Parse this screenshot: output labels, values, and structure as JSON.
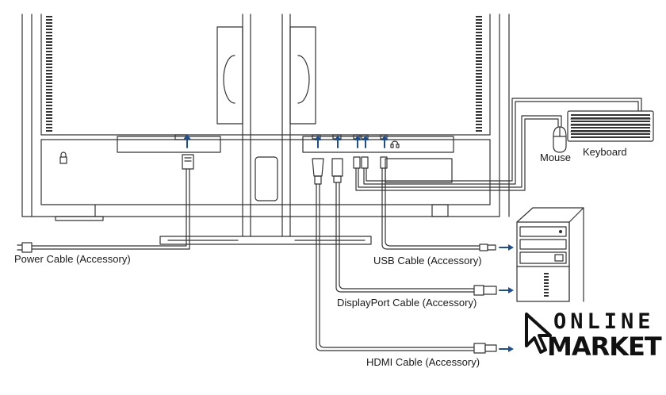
{
  "labels": {
    "mouse": "Mouse",
    "keyboard": "Keyboard",
    "power_cable": "Power Cable (Accessory)",
    "usb_cable": "USB Cable (Accessory)",
    "displayport_cable": "DisplayPort Cable (Accessory)",
    "hdmi_cable": "HDMI Cable (Accessory)"
  },
  "watermark": {
    "line1": "ONLINE",
    "line2": "MARKET"
  },
  "colors": {
    "line": "#333333",
    "arrow": "#1f4e8c",
    "background": "#ffffff"
  },
  "icons": [
    "cursor-arrow-icon",
    "arrow-up-icon",
    "arrow-right-icon",
    "lock-icon",
    "headphone-icon"
  ]
}
